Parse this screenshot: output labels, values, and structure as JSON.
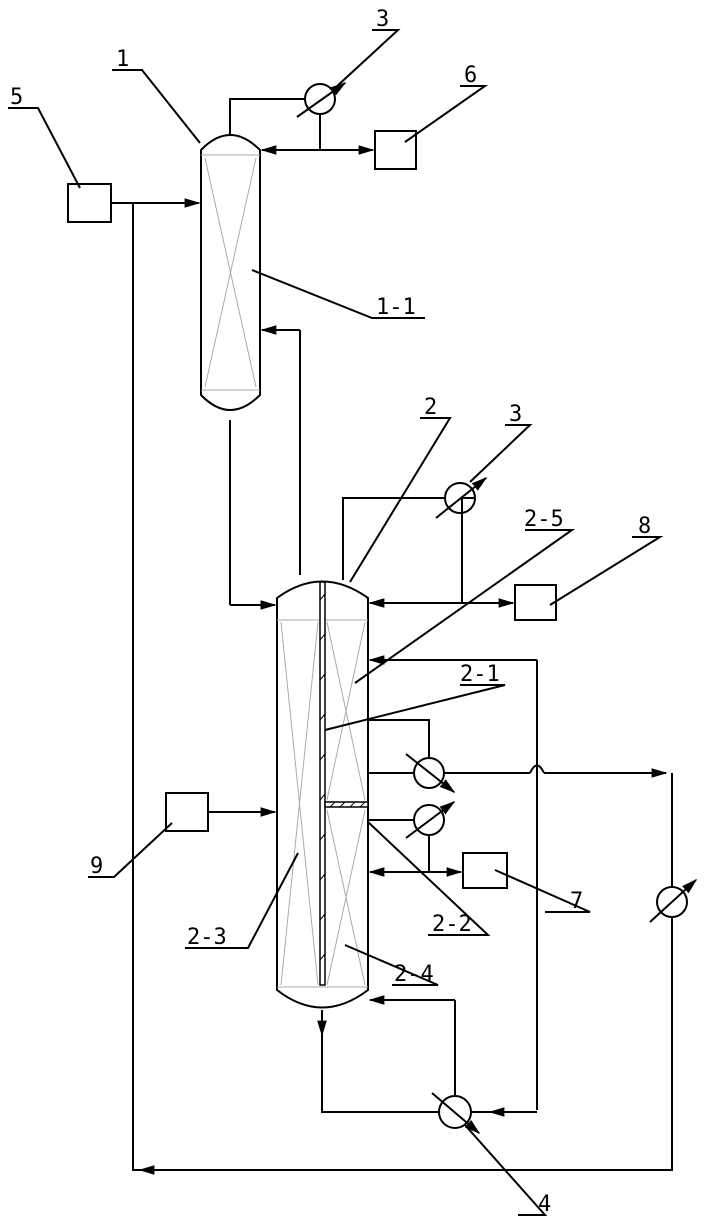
{
  "labels": {
    "column_1": "1",
    "column_1_packing": "1-1",
    "column_2": "2",
    "column_2_partition": "2-1",
    "column_2_plate": "2-2",
    "column_2_left_section": "2-3",
    "column_2_lower_right_section": "2-4",
    "column_2_upper_right_section": "2-5",
    "condenser_top": "3",
    "condenser_column_2": "3",
    "reboiler": "4",
    "feed_tank": "5",
    "product_tank_top": "6",
    "product_tank_side": "7",
    "product_tank_column_2": "8",
    "feed_tank_column_2": "9"
  },
  "colors": {
    "line": "#000000",
    "packing": "#aaaaaa",
    "background": "#ffffff"
  }
}
